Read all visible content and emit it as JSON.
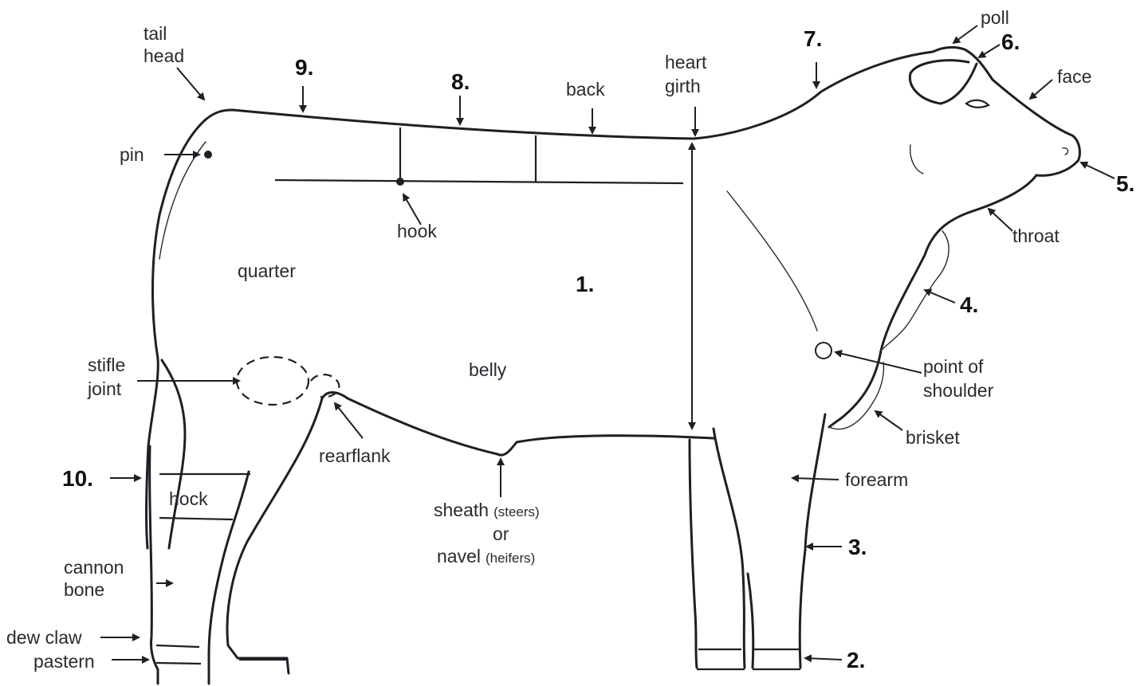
{
  "labels": {
    "tail_head_1": "tail",
    "tail_head_2": "head",
    "pin": "pin",
    "hook": "hook",
    "quarter": "quarter",
    "back": "back",
    "heart_girth_1": "heart",
    "heart_girth_2": "girth",
    "poll": "poll",
    "face": "face",
    "throat": "throat",
    "point_of_shoulder_1": "point of",
    "point_of_shoulder_2": "shoulder",
    "brisket": "brisket",
    "forearm": "forearm",
    "belly": "belly",
    "stifle_joint_1": "stifle",
    "stifle_joint_2": "joint",
    "rearflank": "rearflank",
    "sheath_main": "sheath",
    "sheath_note": "(steers)",
    "or": "or",
    "navel_main": "navel",
    "navel_note": "(heifers)",
    "hock": "hock",
    "cannon_bone_1": "cannon",
    "cannon_bone_2": "bone",
    "dew_claw": "dew claw",
    "pastern": "pastern"
  },
  "numbers": {
    "n1": "1.",
    "n2": "2.",
    "n3": "3.",
    "n4": "4.",
    "n5": "5.",
    "n6": "6.",
    "n7": "7.",
    "n8": "8.",
    "n9": "9.",
    "n10": "10."
  }
}
